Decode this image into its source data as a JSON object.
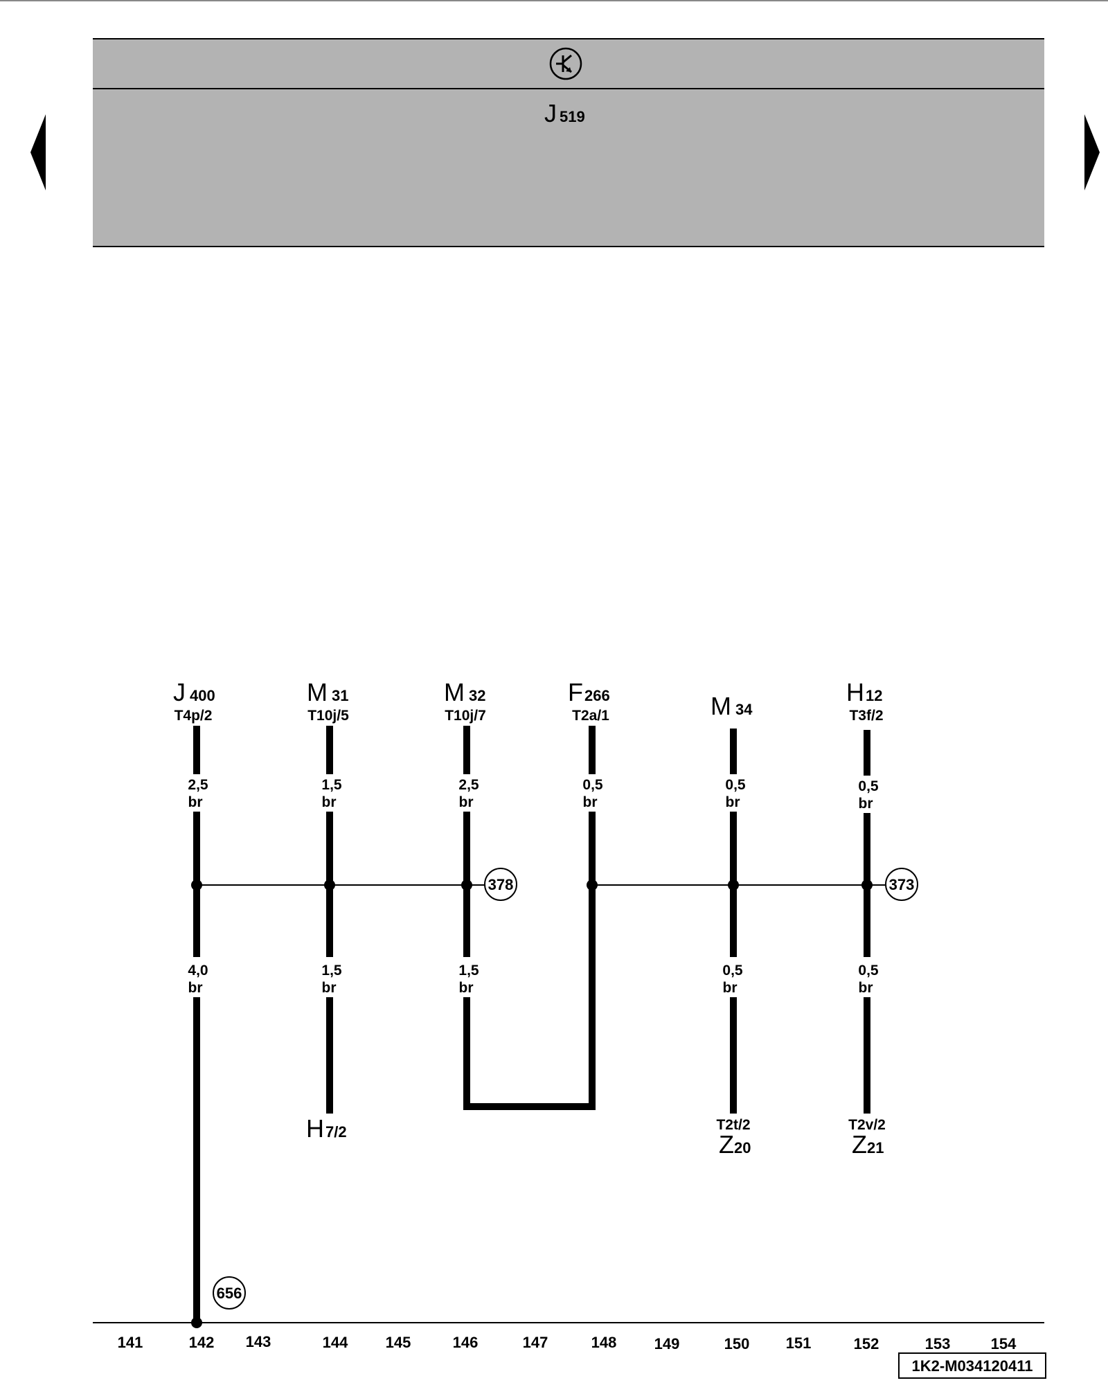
{
  "header": {
    "symbol": "ground-symbol",
    "component": {
      "main": "J",
      "sub": "519"
    }
  },
  "nav": {
    "left": "triangle-left-icon",
    "right": "triangle-right-icon"
  },
  "columns": [
    {
      "main": "J",
      "sub": "400",
      "pin": "T4p/2",
      "upper": {
        "size": "2,5",
        "color": "br"
      },
      "lower": {
        "size": "4,0",
        "color": "br"
      }
    },
    {
      "main": "M",
      "sub": "31",
      "pin": "T10j/5",
      "upper": {
        "size": "1,5",
        "color": "br"
      },
      "lower": {
        "size": "1,5",
        "color": "br"
      },
      "end": {
        "main": "H",
        "sub": "7/2"
      }
    },
    {
      "main": "M",
      "sub": "32",
      "pin": "T10j/7",
      "upper": {
        "size": "2,5",
        "color": "br"
      },
      "lower": {
        "size": "1,5",
        "color": "br"
      }
    },
    {
      "main": "F",
      "sub": "266",
      "pin": "T2a/1",
      "upper": {
        "size": "0,5",
        "color": "br"
      }
    },
    {
      "main": "M",
      "sub": "34",
      "pin": "",
      "upper": {
        "size": "0,5",
        "color": "br"
      },
      "lower": {
        "size": "0,5",
        "color": "br"
      },
      "end": {
        "pin": "T2t/2",
        "main": "Z",
        "sub": "20"
      }
    },
    {
      "main": "H",
      "sub": "12",
      "pin": "T3f/2",
      "upper": {
        "size": "0,5",
        "color": "br"
      },
      "lower": {
        "size": "0,5",
        "color": "br"
      },
      "end": {
        "pin": "T2v/2",
        "main": "Z",
        "sub": "21"
      }
    }
  ],
  "connection_points": [
    "378",
    "373",
    "656"
  ],
  "current_tracks": [
    "141",
    "142",
    "143",
    "144",
    "145",
    "146",
    "147",
    "148",
    "149",
    "150",
    "151",
    "152",
    "153",
    "154"
  ],
  "reference": "1K2-M034120411"
}
